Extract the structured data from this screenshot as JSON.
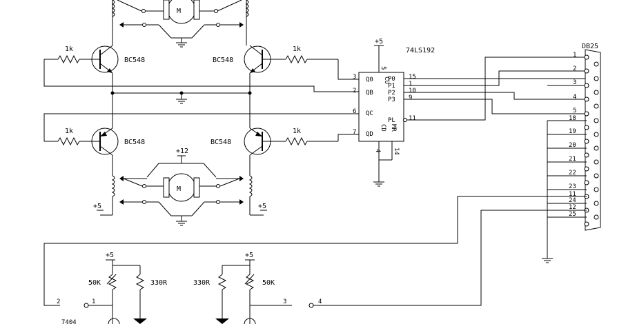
{
  "components": {
    "q1": "BC548",
    "q2": "BC548",
    "q3": "BC548",
    "q4": "BC548",
    "r_top_left": "1k",
    "r_top_right": "1k",
    "r_bottom_left": "1k",
    "r_bottom_right": "1k",
    "motor_symbol": "M",
    "ic_name": "74LS192",
    "connector": "DB25",
    "plus5": "+5",
    "plus12": "+12",
    "pot_left": "50K",
    "pot_right": "50K",
    "r330_left": "330R",
    "r330_right": "330R",
    "inv_left": "7404"
  },
  "ic_pins_left": [
    {
      "num": "3",
      "label": "Q0"
    },
    {
      "num": "2",
      "label": "QB"
    },
    {
      "num": "6",
      "label": "QC"
    },
    {
      "num": "7",
      "label": "QD"
    }
  ],
  "ic_pins_right": [
    {
      "num": "15",
      "label": "P0"
    },
    {
      "num": "1",
      "label": "P1"
    },
    {
      "num": "10",
      "label": "P2"
    },
    {
      "num": "9",
      "label": "P3"
    },
    {
      "num": "11",
      "label": "PL"
    }
  ],
  "ic_misc": {
    "top_pin": "5",
    "top_label": "CU",
    "bottom_left_pin": "4",
    "bottom_right_pin": "14",
    "cd_label": "CD",
    "mr_label": "MR"
  },
  "db25_pins": [
    "1",
    "2",
    "3",
    "4",
    "5",
    "18",
    "19",
    "20",
    "21",
    "22",
    "23",
    "24",
    "11",
    "12",
    "25"
  ],
  "gate_pins": {
    "left_out": "2",
    "left_in": "1",
    "right_in": "3",
    "right_out": "4"
  }
}
